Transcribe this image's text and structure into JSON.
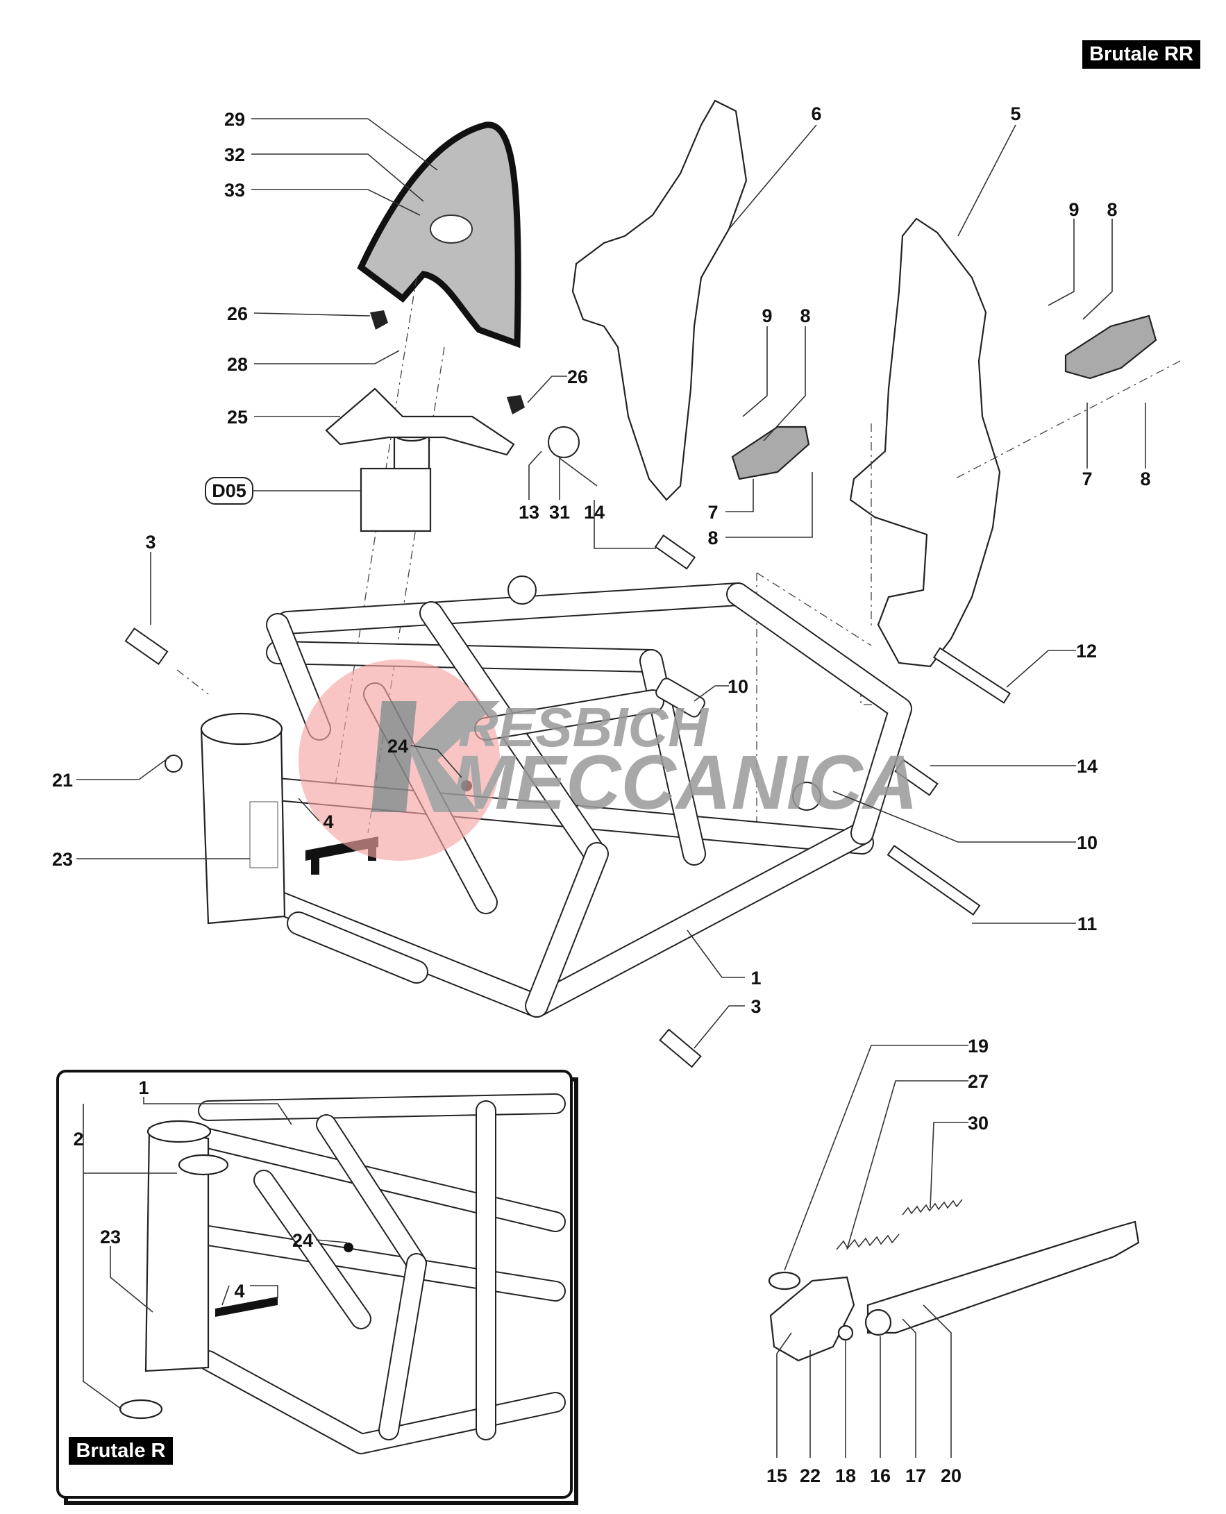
{
  "badges": {
    "main_model": "Brutale RR",
    "inset_model": "Brutale R"
  },
  "reference_tag": "D05",
  "watermark": {
    "line1": "RESBICH",
    "line2": "MECCANICA"
  },
  "callouts": [
    "29",
    "32",
    "33",
    "6",
    "5",
    "9",
    "8",
    "9",
    "8",
    "26",
    "28",
    "25",
    "26",
    "7",
    "8",
    "7",
    "8",
    "13",
    "31",
    "14",
    "3",
    "12",
    "10",
    "24",
    "14",
    "21",
    "4",
    "10",
    "23",
    "11",
    "1",
    "3",
    "19",
    "27",
    "30",
    "15",
    "22",
    "18",
    "16",
    "17",
    "20"
  ],
  "inset_callouts": [
    "1",
    "2",
    "23",
    "24",
    "4"
  ],
  "colors": {
    "badge_bg": "#000000",
    "watermark_red": "#f08080",
    "watermark_gray": "#9a9a9a"
  }
}
